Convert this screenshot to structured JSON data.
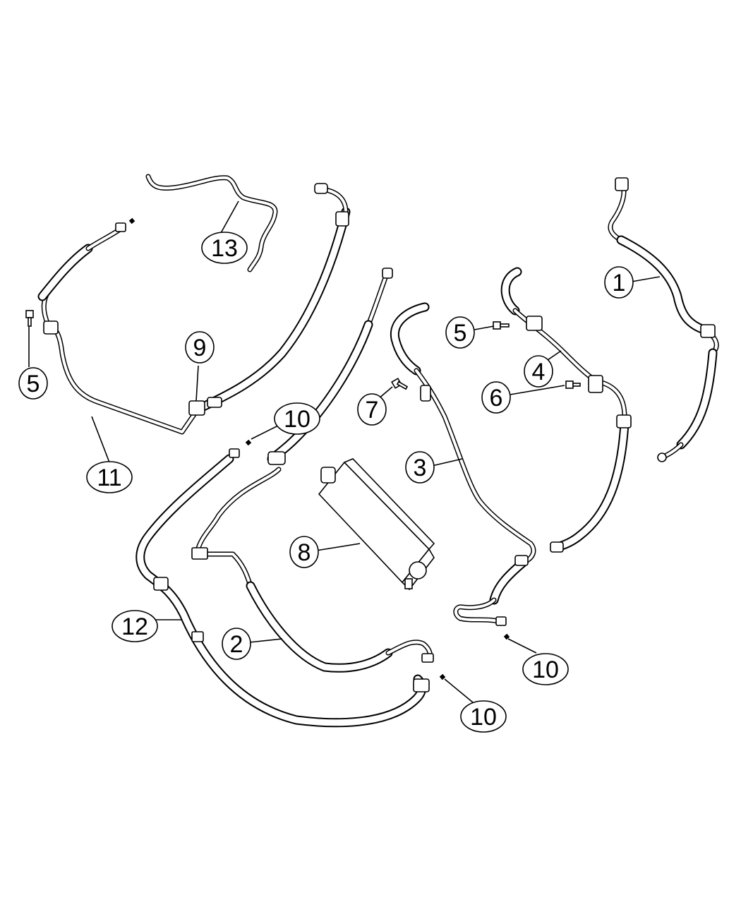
{
  "callouts": [
    {
      "id": "c1",
      "label": "1"
    },
    {
      "id": "c2",
      "label": "2"
    },
    {
      "id": "c3",
      "label": "3"
    },
    {
      "id": "c4",
      "label": "4"
    },
    {
      "id": "c5a",
      "label": "5"
    },
    {
      "id": "c5b",
      "label": "5"
    },
    {
      "id": "c6",
      "label": "6"
    },
    {
      "id": "c7",
      "label": "7"
    },
    {
      "id": "c8",
      "label": "8"
    },
    {
      "id": "c9",
      "label": "9"
    },
    {
      "id": "c10a",
      "label": "10"
    },
    {
      "id": "c10b",
      "label": "10"
    },
    {
      "id": "c10c",
      "label": "10"
    },
    {
      "id": "c11",
      "label": "11"
    },
    {
      "id": "c12",
      "label": "12"
    },
    {
      "id": "c13",
      "label": "13"
    }
  ]
}
